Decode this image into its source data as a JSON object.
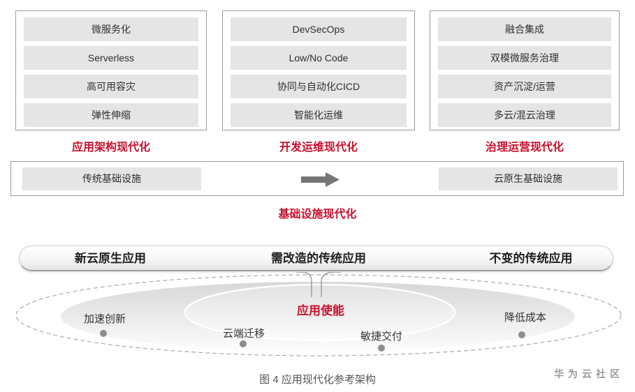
{
  "colors": {
    "accent_red": "#c8102e",
    "bar_fill": "#e5e5e5",
    "box_border": "#9a9a9a",
    "arrow_gray": "#757575",
    "dot_gray": "#8c8c8c"
  },
  "pillars": [
    {
      "label": "应用架构现代化",
      "items": [
        "微服务化",
        "Serverless",
        "高可用容灾",
        "弹性伸缩"
      ]
    },
    {
      "label": "开发运维现代化",
      "items": [
        "DevSecOps",
        "Low/No Code",
        "协同与自动化CICD",
        "智能化运维"
      ]
    },
    {
      "label": "治理运营现代化",
      "items": [
        "融合集成",
        "双模微服务治理",
        "资产沉淀/运营",
        "多云/混云治理"
      ]
    }
  ],
  "infrastructure": {
    "from": "传统基础设施",
    "to": "云原生基础设施",
    "label": "基础设施现代化",
    "arrow_icon": "right-arrow"
  },
  "app_bar": {
    "left": "新云原生应用",
    "center": "需改造的传统应用",
    "right": "不变的传统应用"
  },
  "enablement": {
    "center_label": "应用使能",
    "benefits": [
      "加速创新",
      "云端迁移",
      "敏捷交付",
      "降低成本"
    ]
  },
  "caption": "图 4 应用现代化参考架构",
  "watermark": "华为云社区"
}
